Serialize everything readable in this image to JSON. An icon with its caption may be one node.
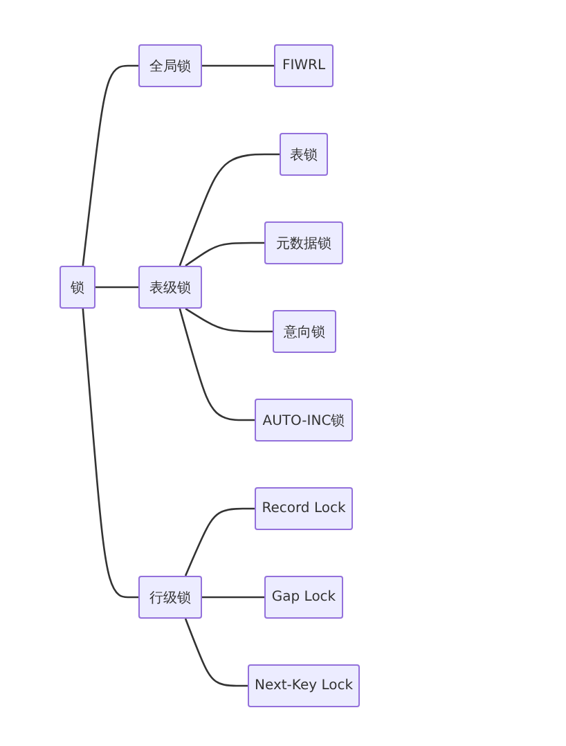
{
  "diagram": {
    "nodes": [
      {
        "text": [
          "锁"
        ]
      },
      {
        "text": [
          "全局锁"
        ]
      },
      {
        "text": [
          "FIWRL"
        ]
      },
      {
        "text": [
          "表级锁"
        ]
      },
      {
        "text": [
          "表锁"
        ]
      },
      {
        "text": [
          "元数据锁"
        ]
      },
      {
        "text": [
          "意向锁"
        ]
      },
      {
        "text": [
          "AUTO-INC锁"
        ]
      },
      {
        "text": [
          "行级锁"
        ]
      },
      {
        "text": [
          "Record Lock"
        ]
      },
      {
        "text": [
          "Gap Lock"
        ]
      },
      {
        "text": [
          "Next-Key Lock"
        ]
      }
    ],
    "edges": [
      {
        "from": 0,
        "to": 1,
        "arrow": "none"
      },
      {
        "from": 1,
        "to": 2,
        "arrow": "none"
      },
      {
        "from": 0,
        "to": 3,
        "arrow": "none"
      },
      {
        "from": 3,
        "to": 4,
        "arrow": "none"
      },
      {
        "from": 3,
        "to": 5,
        "arrow": "none"
      },
      {
        "from": 3,
        "to": 6,
        "arrow": "none"
      },
      {
        "from": 3,
        "to": 7,
        "arrow": "none"
      },
      {
        "from": 0,
        "to": 8,
        "arrow": "none"
      },
      {
        "from": 8,
        "to": 9,
        "arrow": "none"
      },
      {
        "from": 8,
        "to": 10,
        "arrow": "none"
      },
      {
        "from": 8,
        "to": 11,
        "arrow": "none"
      }
    ]
  }
}
